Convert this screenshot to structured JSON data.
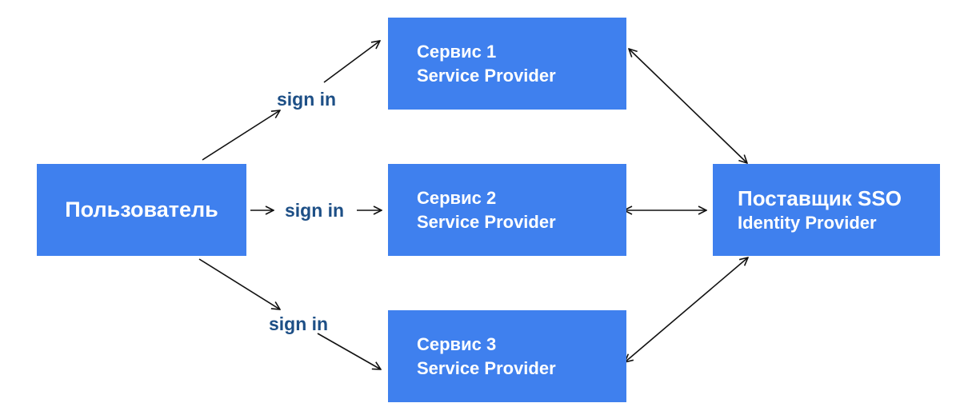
{
  "user": {
    "label": "Пользователь"
  },
  "services": [
    {
      "name": "Сервис 1",
      "role": "Service Provider"
    },
    {
      "name": "Сервис 2",
      "role": "Service Provider"
    },
    {
      "name": "Сервис 3",
      "role": "Service Provider"
    }
  ],
  "identity_provider": {
    "name": "Поставщик SSO",
    "role": "Identity Provider"
  },
  "edges": {
    "user_to_service_1": {
      "label": "sign in"
    },
    "user_to_service_2": {
      "label": "sign in"
    },
    "user_to_service_3": {
      "label": "sign in"
    }
  },
  "colors": {
    "box_fill": "#3f80ee",
    "box_text": "#ffffff",
    "edge_label": "#1d4f86",
    "arrow": "#111111"
  }
}
